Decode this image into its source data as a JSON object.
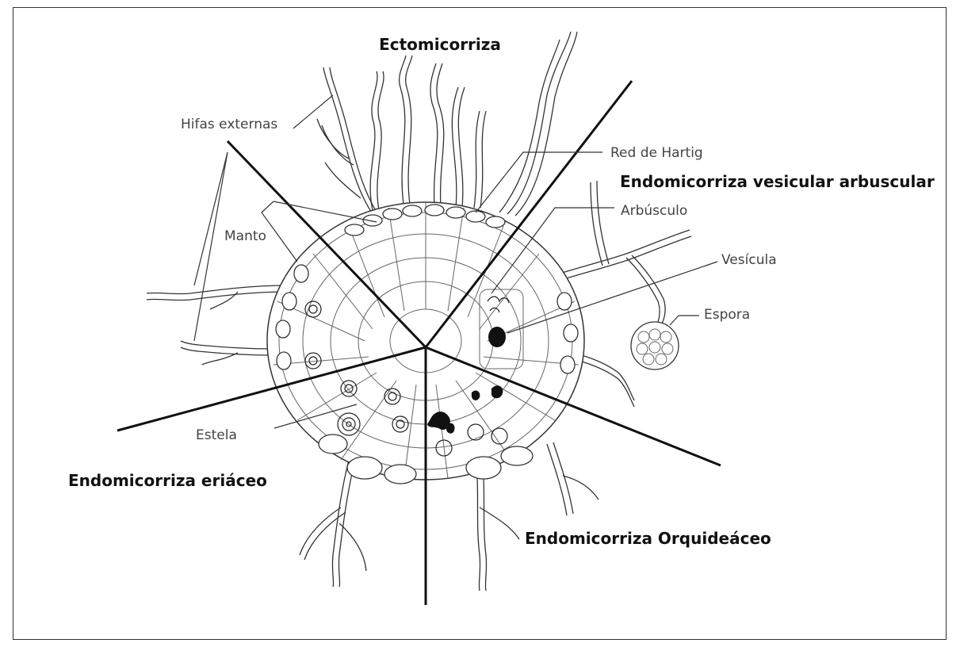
{
  "title": "Ectomicorriza",
  "sectors": {
    "vesicular": "Endomicorriza vesicular arbuscular",
    "ericaceo": "Endomicorriza eriáceo",
    "orquideaceo": "Endomicorriza Orquideáceo"
  },
  "labels": {
    "hifas": "Hifas externas",
    "red_hartig": "Red de Hartig",
    "arbusculo": "Arbúsculo",
    "manto": "Manto",
    "vesicula": "Vesícula",
    "espora": "Espora",
    "estela": "Estela"
  }
}
